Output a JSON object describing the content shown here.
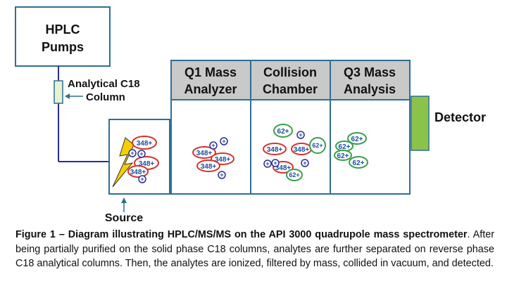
{
  "labels": {
    "hplc_line1": "HPLC",
    "hplc_line2": "Pumps",
    "column_line1": "Analytical C18",
    "column_line2": "Column",
    "q1_line1": "Q1 Mass",
    "q1_line2": "Analyzer",
    "coll_line1": "Collision",
    "coll_line2": "Chamber",
    "q3_line1": "Q3 Mass",
    "q3_line2": "Analysis",
    "detector": "Detector",
    "source": "Source"
  },
  "ions": {
    "parent": "348+",
    "fragment": "62+",
    "plus": "+"
  },
  "colors": {
    "box_border": "#2e6f95",
    "header_fill": "#c9c9c9",
    "detector": "#8bc34a",
    "parent_ion": "#d9302c",
    "fragment_ion": "#3aa04a",
    "ion_text": "#1a4f9c",
    "lightning": "#f5d000"
  },
  "caption": {
    "bold": "Figure 1 – Diagram illustrating HPLC/MS/MS on the API 3000 quadrupole mass spectrometer",
    "rest": ".  After being partially purified on the solid phase C18 columns, analytes are further separated on reverse phase C18 analytical columns.  Then, the analytes are ionized, filtered by mass, collided in vacuum, and detected."
  }
}
